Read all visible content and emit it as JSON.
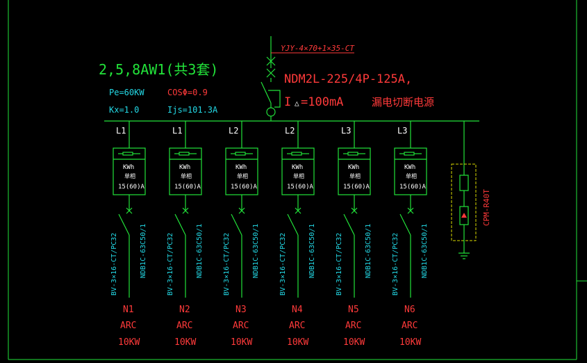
{
  "title": "2,5,8AW1(共3套)",
  "params": {
    "pe": "Pe=60KW",
    "cos": "COSΦ=0.9",
    "kx": "Kx=1.0",
    "ijs": "Ijs=101.3A"
  },
  "incoming": {
    "cable": "YJY-4×70+1×35-CT",
    "breaker": "NDM2L-225/4P-125A,",
    "leakage_prefix": "I ",
    "leakage_value": "=100mA",
    "note": "漏电切断电源"
  },
  "spd": {
    "label": "CPM-R40T"
  },
  "circuits": [
    {
      "phase": "L1",
      "meter_unit": "KWh",
      "meter_type": "单相",
      "meter_rating": "15(60)A",
      "cable": "BV-3×16-CT/PC32",
      "breaker": "NDB1C-63C50/1",
      "id": "N1",
      "load": "ARC",
      "power": "10KW"
    },
    {
      "phase": "L1",
      "meter_unit": "KWh",
      "meter_type": "单相",
      "meter_rating": "15(60)A",
      "cable": "BV-3×16-CT/PC32",
      "breaker": "NDB1C-63C50/1",
      "id": "N2",
      "load": "ARC",
      "power": "10KW"
    },
    {
      "phase": "L2",
      "meter_unit": "KWh",
      "meter_type": "单相",
      "meter_rating": "15(60)A",
      "cable": "BV-3×16-CT/PC32",
      "breaker": "NDB1C-63C50/1",
      "id": "N3",
      "load": "ARC",
      "power": "10KW"
    },
    {
      "phase": "L2",
      "meter_unit": "KWh",
      "meter_type": "单相",
      "meter_rating": "15(60)A",
      "cable": "BV-3×16-CT/PC32",
      "breaker": "NDB1C-63C50/1",
      "id": "N4",
      "load": "ARC",
      "power": "10KW"
    },
    {
      "phase": "L3",
      "meter_unit": "KWh",
      "meter_type": "单相",
      "meter_rating": "15(60)A",
      "cable": "BV-3×16-CT/PC32",
      "breaker": "NDB1C-63C50/1",
      "id": "N5",
      "load": "ARC",
      "power": "10KW"
    },
    {
      "phase": "L3",
      "meter_unit": "KWh",
      "meter_type": "单相",
      "meter_rating": "15(60)A",
      "cable": "BV-3×16-CT/PC32",
      "breaker": "NDB1C-63C50/1",
      "id": "N6",
      "load": "ARC",
      "power": "10KW"
    }
  ]
}
